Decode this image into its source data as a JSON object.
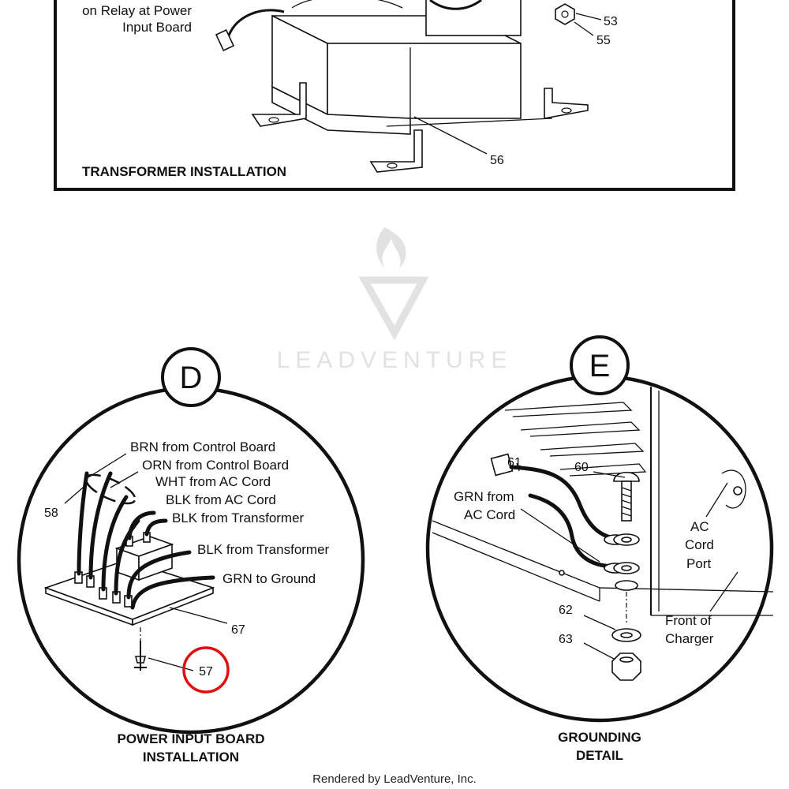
{
  "transformer_panel": {
    "relay_label_line1": "on Relay at Power",
    "relay_label_line2": "Input Board",
    "callout_53": "53",
    "callout_55": "55",
    "callout_56": "56",
    "caption": "TRANSFORMER INSTALLATION"
  },
  "watermark": {
    "brand": "LEADVENTURE"
  },
  "detail_d": {
    "letter": "D",
    "wire_labels": [
      "BRN from Control Board",
      "ORN from Control Board",
      "WHT from AC Cord",
      "BLK  from AC Cord",
      "BLK from Transformer",
      "BLK from Transformer",
      "GRN to Ground"
    ],
    "callout_58": "58",
    "callout_67": "67",
    "callout_57": "57",
    "highlight_color": "#e01010",
    "caption_line1": "POWER INPUT BOARD",
    "caption_line2": "INSTALLATION"
  },
  "detail_e": {
    "letter": "E",
    "callout_61": "61",
    "callout_60": "60",
    "grn_line1": "GRN from",
    "grn_line2": "AC Cord",
    "ac_line1": "AC",
    "ac_line2": "Cord",
    "ac_line3": "Port",
    "front_line1": "Front of",
    "front_line2": "Charger",
    "callout_62": "62",
    "callout_63": "63",
    "caption_line1": "GROUNDING",
    "caption_line2": "DETAIL"
  },
  "footer": {
    "credit": "Rendered by LeadVenture, Inc."
  }
}
